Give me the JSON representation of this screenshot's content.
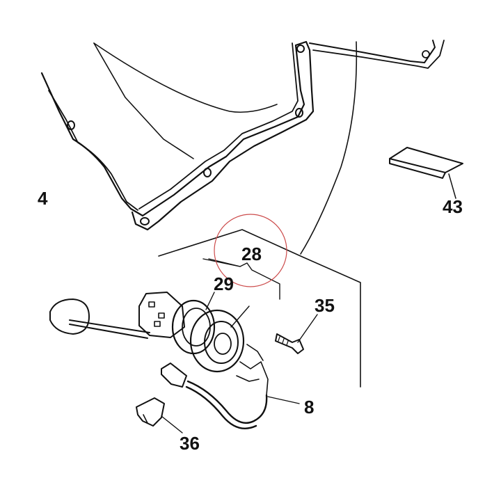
{
  "diagram": {
    "part_numbers": {
      "p4": "4",
      "p43": "43",
      "p28": "28",
      "p29": "29",
      "p35": "35",
      "p8": "8",
      "p36": "36"
    },
    "highlight_color": "#cc4b4b",
    "line_color": "#111111"
  }
}
